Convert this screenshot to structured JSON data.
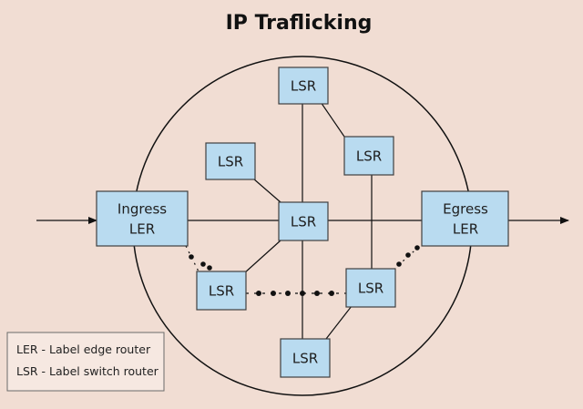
{
  "title": "IP Traflicking",
  "nodes": {
    "ingress": [
      "Ingress",
      "LER"
    ],
    "egress": [
      "Egress",
      "LER"
    ],
    "lsr_top": [
      "LSR"
    ],
    "lsr_upper_right": [
      "LSR"
    ],
    "lsr_upper_left": [
      "LSR"
    ],
    "lsr_center": [
      "LSR"
    ],
    "lsr_lower_left": [
      "LSR"
    ],
    "lsr_lower_right": [
      "LSR"
    ],
    "lsr_bottom": [
      "LSR"
    ]
  },
  "legend": {
    "line1": "LER - Label edge router",
    "line2": "LSR - Label switch router"
  },
  "colors": {
    "background": "#f1ddd3",
    "node_fill": "#b9dbf0",
    "line": "#111111"
  }
}
